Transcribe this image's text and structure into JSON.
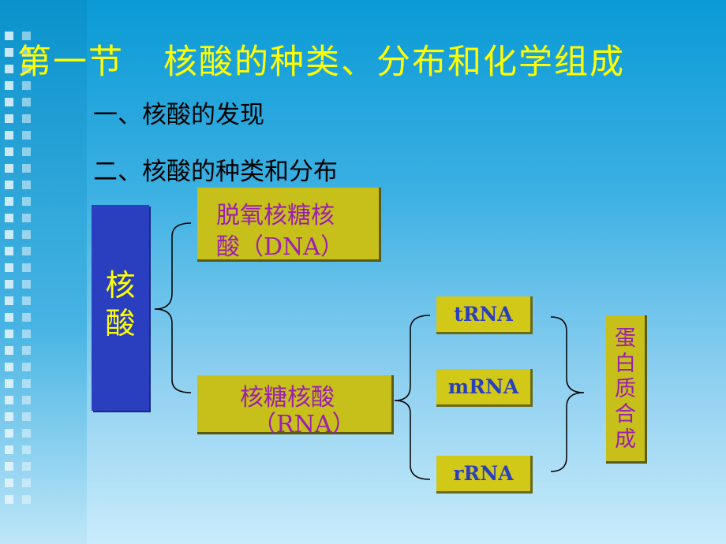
{
  "slide": {
    "title_part1": "第一节",
    "title_part2": "核酸的种类、分布和化学组成",
    "item1": "一、核酸的发现",
    "item2": "二、核酸的种类和分布"
  },
  "diagram": {
    "root": "核酸",
    "dna_line1": "脱氧核糖核",
    "dna_line2": "酸（DNA）",
    "rna_line1": "核糖核酸",
    "rna_line2": "（RNA）",
    "trna": "tRNA",
    "mrna": "mRNA",
    "rrna": "rRNA",
    "protein": "蛋白质合成"
  },
  "colors": {
    "title": "#ffff00",
    "root_box": "#2a3fbf",
    "olive_box": "#c7bf1a",
    "box_text": "#9b1fb0",
    "rna_type_text": "#2a3fbf"
  }
}
